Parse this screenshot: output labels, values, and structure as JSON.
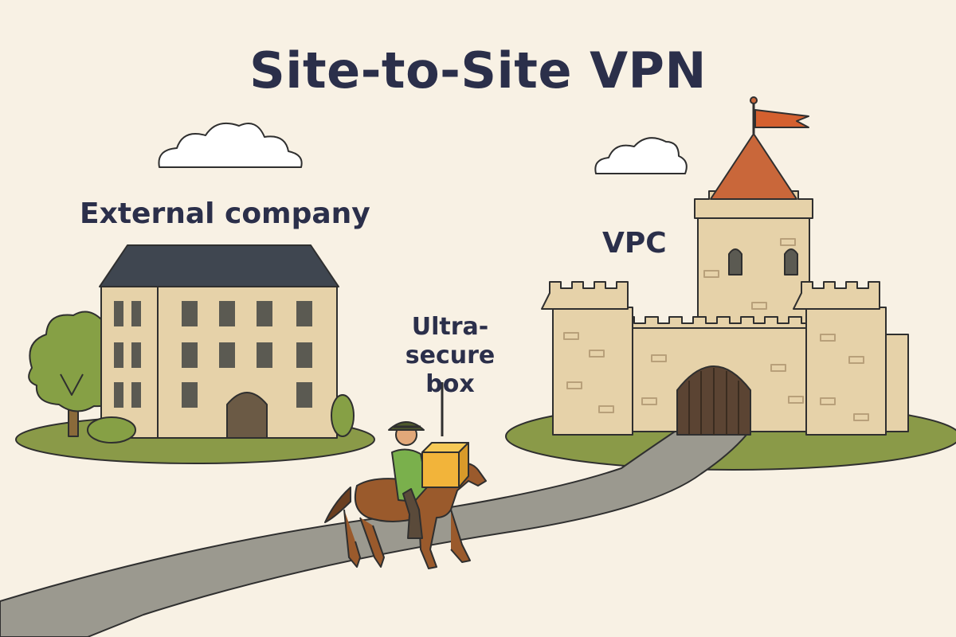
{
  "diagram": {
    "title": "Site-to-Site VPN",
    "nodes": {
      "external_company": {
        "label": "External company"
      },
      "vpc": {
        "label": "VPC"
      },
      "secure_box": {
        "label_line1": "Ultra-",
        "label_line2": "secure box"
      }
    }
  },
  "colors": {
    "background": "#f8f1e4",
    "text": "#2b2f4a",
    "road": "#9b998f",
    "grass": "#8a9a48",
    "stone": "#e6d2a9",
    "roof": "#3f4650",
    "castle_roof": "#c9673a",
    "box": "#f2b43a",
    "rider_shirt": "#7ab04c",
    "horse": "#9a5a2c"
  }
}
